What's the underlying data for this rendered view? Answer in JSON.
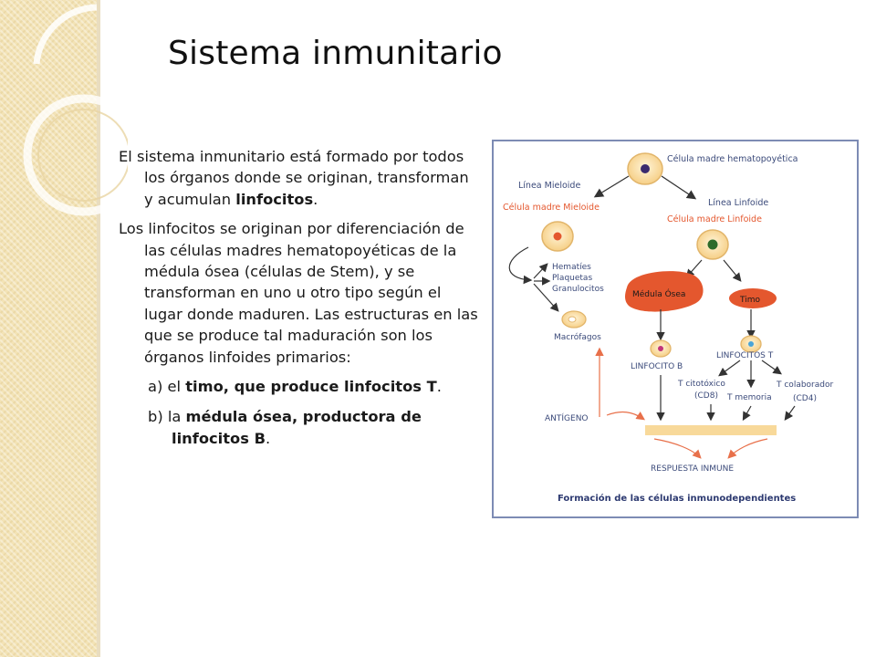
{
  "slide": {
    "title": "Sistema inmunitario",
    "paragraphs": [
      {
        "parts": [
          {
            "text": "El sistema inmunitario está formado por todos los órganos donde se originan, transforman y acumulan ",
            "bold": false
          },
          {
            "text": "linfocitos",
            "bold": true
          },
          {
            "text": ".",
            "bold": false
          }
        ]
      },
      {
        "parts": [
          {
            "text": "Los linfocitos se originan por diferenciación de las células madres hematopoyéticas de la médula ósea (células de Stem), y se transforman en uno u otro tipo según el lugar donde maduren. Las estructuras en las que se produce tal maduración son los órganos linfoides primarios:",
            "bold": false
          }
        ]
      }
    ],
    "subitems": [
      {
        "parts": [
          {
            "text": "a) el ",
            "bold": false
          },
          {
            "text": "timo, que produce linfocitos T",
            "bold": true
          },
          {
            "text": ".",
            "bold": false
          }
        ]
      },
      {
        "parts": [
          {
            "text": "b) la ",
            "bold": false
          },
          {
            "text": "médula ósea, productora de linfocitos B",
            "bold": true
          },
          {
            "text": ".",
            "bold": false
          }
        ]
      }
    ]
  },
  "diagram": {
    "labels": {
      "stem_cell": "Célula madre hematopoyética",
      "myeloid_line": "Línea Mieloide",
      "myeloid_stem": "Célula madre Mieloide",
      "lymphoid_line": "Línea Linfoide",
      "lymphoid_stem": "Célula madre Linfoide",
      "hematies": "Hematíes",
      "plaquetas": "Plaquetas",
      "granulocitos": "Granulocitos",
      "macrofagos": "Macrófagos",
      "medula_osea": "Médula Ósea",
      "timo": "Timo",
      "linfocito_b": "LINFOCITO B",
      "linfocitos_t": "LINFOCITOS T",
      "t_citotoxico": "T citotóxico",
      "cd8": "(CD8)",
      "t_memoria": "T memoria",
      "t_colaborador": "T colaborador",
      "cd4": "(CD4)",
      "antigeno": "ANTÍGENO",
      "respuesta": "RESPUESTA INMUNE",
      "caption": "Formación de las células inmunodependientes"
    },
    "colors": {
      "border": "#7d8bb4",
      "dark_label": "#3b4a7a",
      "orange_label": "#e4572e",
      "organ_fill": "#e4572e",
      "cell_fill": "#fbe3b0",
      "arrow_orange": "#e8704a",
      "bar_fill": "#f8d99a"
    }
  }
}
